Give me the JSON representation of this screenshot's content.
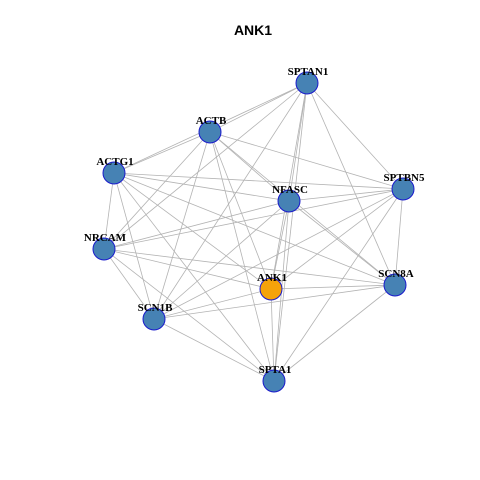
{
  "title": "ANK1",
  "colors": {
    "hub_fill": "#f5a30a",
    "node_fill": "#4682b4",
    "node_border": "#1a1acc",
    "edge": "#b3b3b3"
  },
  "nodes": [
    {
      "id": "SPTAN1",
      "label": "SPTAN1",
      "hub": false
    },
    {
      "id": "ACTB",
      "label": "ACTB",
      "hub": false
    },
    {
      "id": "ACTG1",
      "label": "ACTG1",
      "hub": false
    },
    {
      "id": "SPTBN5",
      "label": "SPTBN5",
      "hub": false
    },
    {
      "id": "NFASC",
      "label": "NFASC",
      "hub": false
    },
    {
      "id": "NRCAM",
      "label": "NRCAM",
      "hub": false
    },
    {
      "id": "SCN8A",
      "label": "SCN8A",
      "hub": false
    },
    {
      "id": "ANK1",
      "label": "ANK1",
      "hub": true
    },
    {
      "id": "SCN1B",
      "label": "SCN1B",
      "hub": false
    },
    {
      "id": "SPTA1",
      "label": "SPTA1",
      "hub": false
    }
  ],
  "edges": [
    [
      "SPTAN1",
      "ACTB"
    ],
    [
      "SPTAN1",
      "ACTG1"
    ],
    [
      "SPTAN1",
      "NFASC"
    ],
    [
      "SPTAN1",
      "SPTBN5"
    ],
    [
      "SPTAN1",
      "NRCAM"
    ],
    [
      "SPTAN1",
      "SCN8A"
    ],
    [
      "SPTAN1",
      "ANK1"
    ],
    [
      "SPTAN1",
      "SCN1B"
    ],
    [
      "SPTAN1",
      "SPTA1"
    ],
    [
      "ACTB",
      "ACTG1"
    ],
    [
      "ACTB",
      "NFASC"
    ],
    [
      "ACTB",
      "SPTBN5"
    ],
    [
      "ACTB",
      "NRCAM"
    ],
    [
      "ACTB",
      "SCN8A"
    ],
    [
      "ACTB",
      "ANK1"
    ],
    [
      "ACTB",
      "SCN1B"
    ],
    [
      "ACTB",
      "SPTA1"
    ],
    [
      "ACTG1",
      "NFASC"
    ],
    [
      "ACTG1",
      "SPTBN5"
    ],
    [
      "ACTG1",
      "NRCAM"
    ],
    [
      "ACTG1",
      "SCN8A"
    ],
    [
      "ACTG1",
      "ANK1"
    ],
    [
      "ACTG1",
      "SCN1B"
    ],
    [
      "ACTG1",
      "SPTA1"
    ],
    [
      "SPTBN5",
      "NFASC"
    ],
    [
      "SPTBN5",
      "NRCAM"
    ],
    [
      "SPTBN5",
      "SCN8A"
    ],
    [
      "SPTBN5",
      "ANK1"
    ],
    [
      "SPTBN5",
      "SCN1B"
    ],
    [
      "SPTBN5",
      "SPTA1"
    ],
    [
      "NFASC",
      "NRCAM"
    ],
    [
      "NFASC",
      "SCN8A"
    ],
    [
      "NFASC",
      "ANK1"
    ],
    [
      "NFASC",
      "SCN1B"
    ],
    [
      "NFASC",
      "SPTA1"
    ],
    [
      "NRCAM",
      "SCN8A"
    ],
    [
      "NRCAM",
      "ANK1"
    ],
    [
      "NRCAM",
      "SCN1B"
    ],
    [
      "NRCAM",
      "SPTA1"
    ],
    [
      "SCN8A",
      "ANK1"
    ],
    [
      "SCN8A",
      "SCN1B"
    ],
    [
      "SCN8A",
      "SPTA1"
    ],
    [
      "ANK1",
      "SCN1B"
    ],
    [
      "ANK1",
      "SPTA1"
    ],
    [
      "SCN1B",
      "SPTA1"
    ]
  ]
}
